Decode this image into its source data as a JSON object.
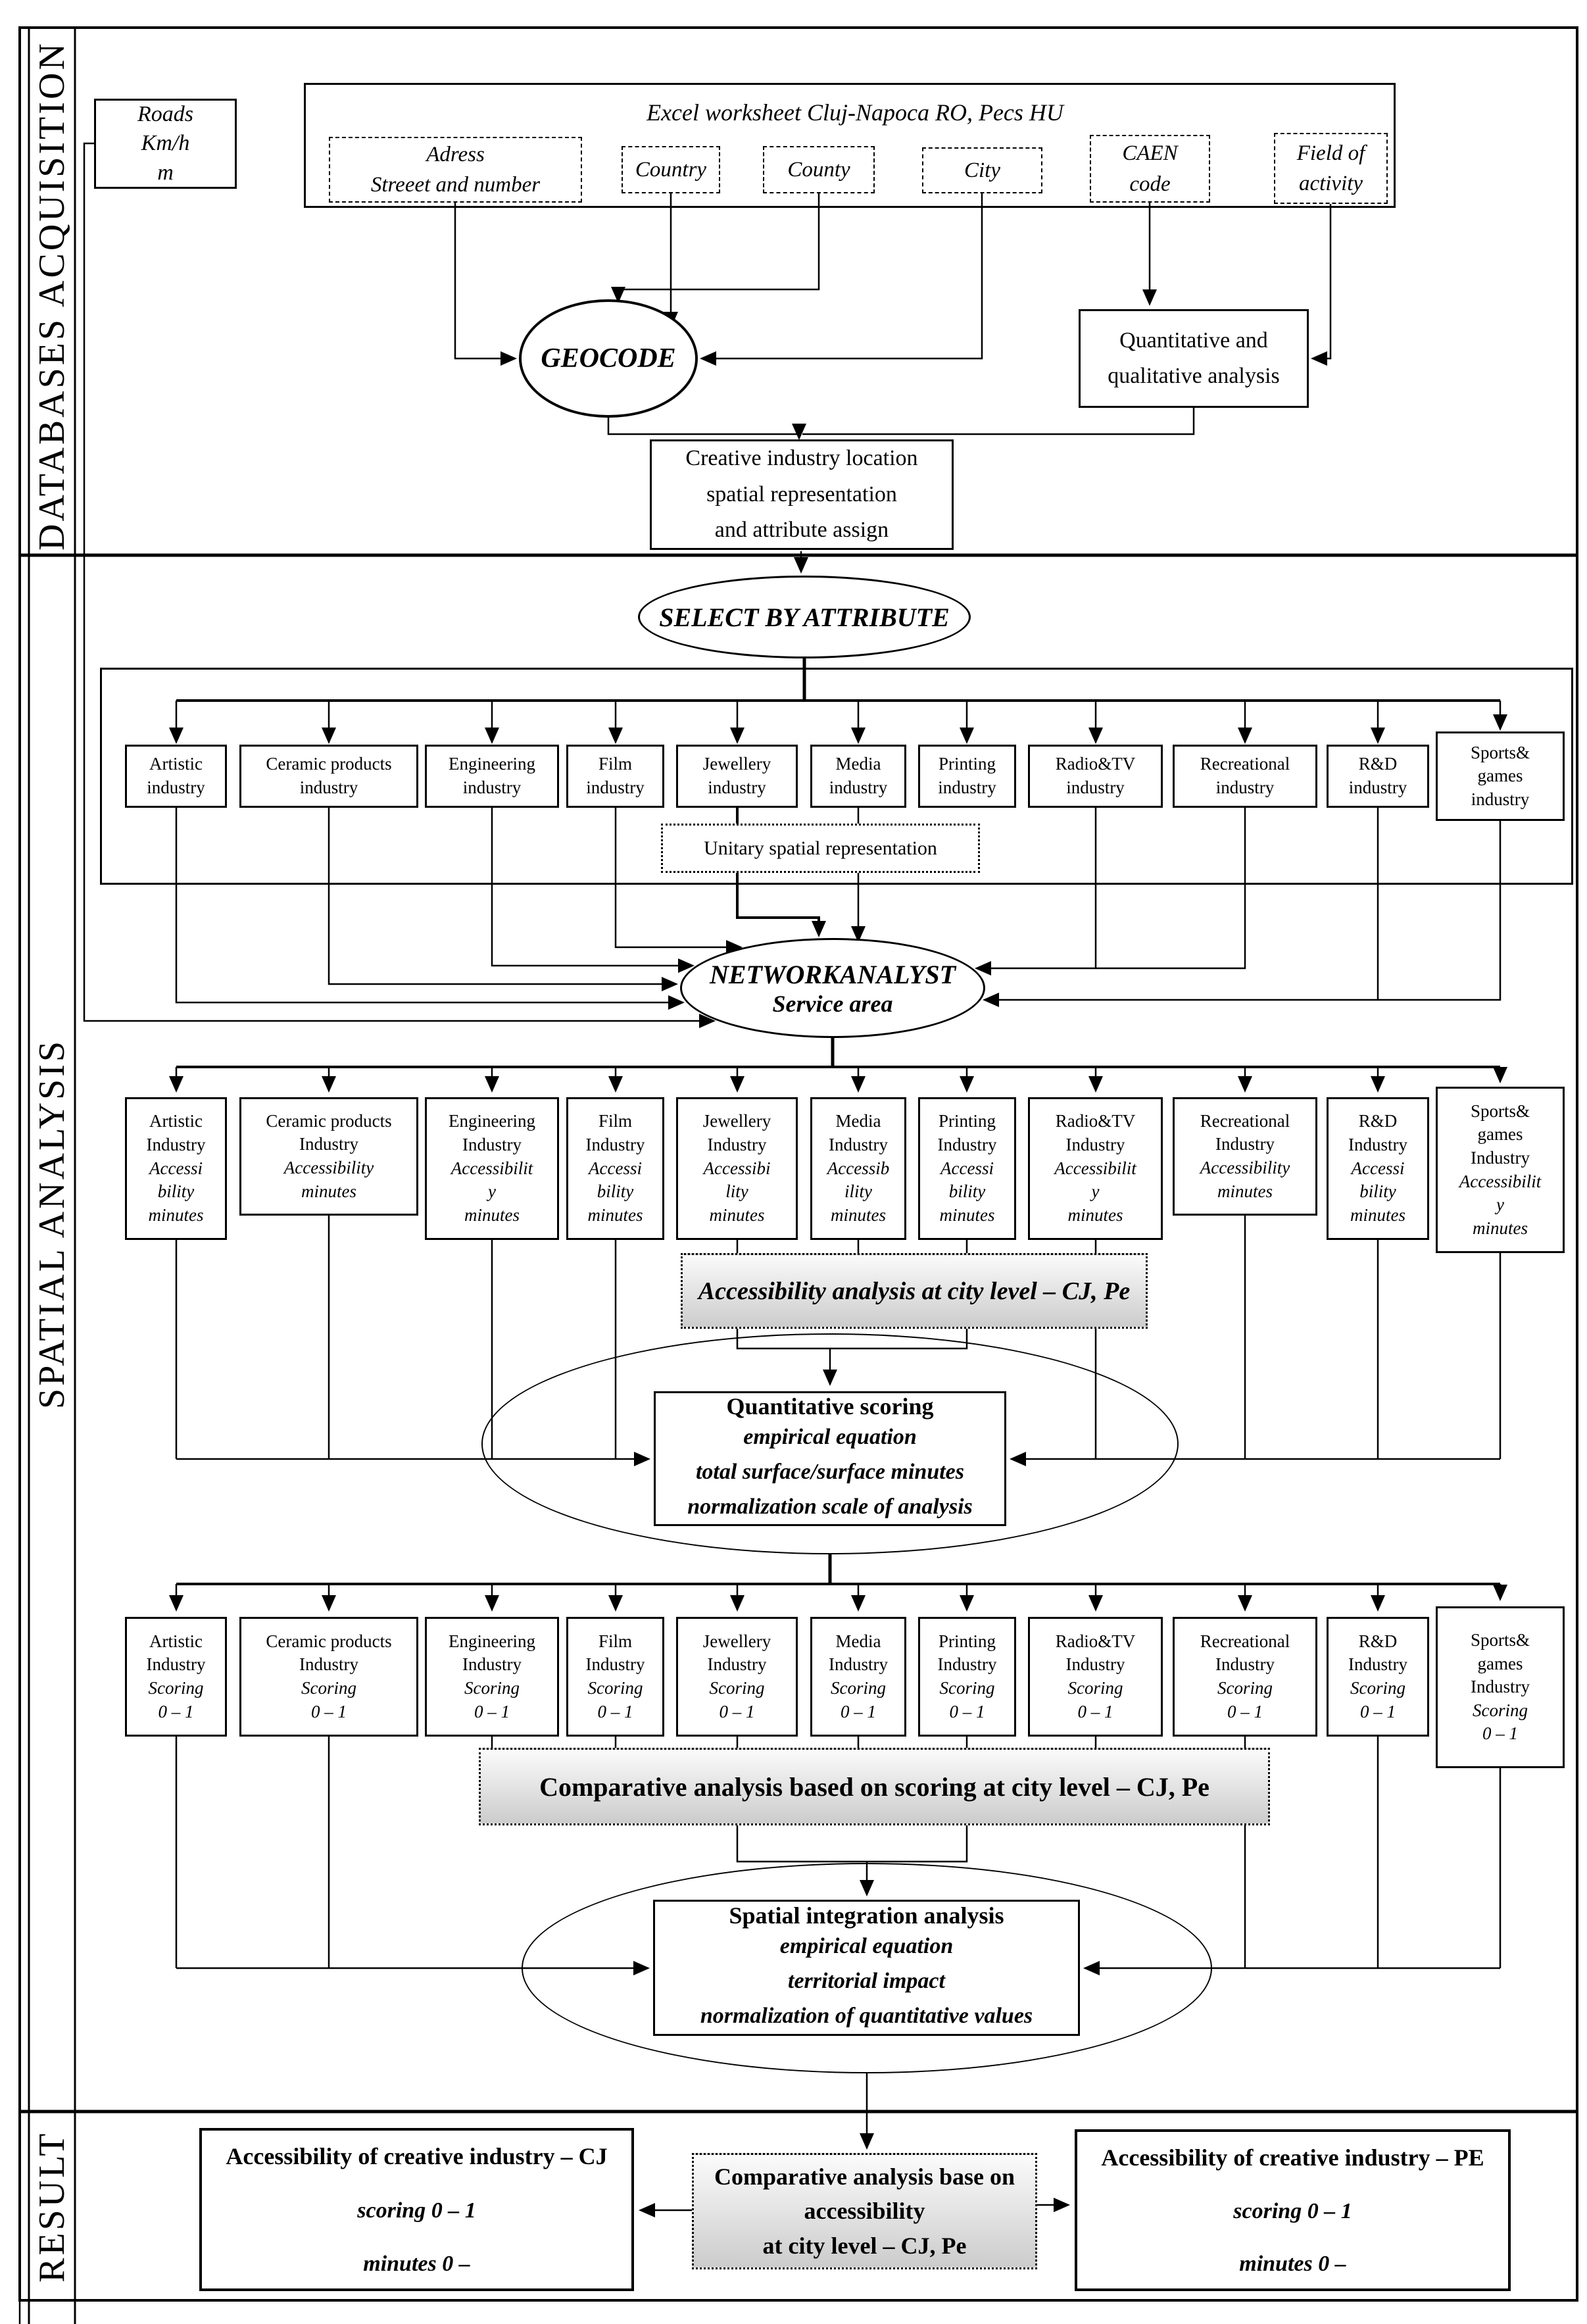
{
  "sections": {
    "acquisition_label": "DATABASES ACQUISITION",
    "spatial_label": "SPATIAL ANALYSIS",
    "result_label": "RESULT"
  },
  "acquisition": {
    "roads_box": "Roads\nKm/h\nm",
    "excel_header": "Excel worksheet   Cluj-Napoca RO,     Pecs HU",
    "fields": [
      {
        "label": "Adress\nStreeet and number"
      },
      {
        "label": "Country"
      },
      {
        "label": "County"
      },
      {
        "label": "City"
      },
      {
        "label": "CAEN\ncode"
      },
      {
        "label": "Field of\nactivity"
      }
    ],
    "geocode_ellipse": "GEOCODE",
    "quant_box": "Quantitative  and\nqualitative  analysis",
    "creative_box": "Creative industry  location\nspatial  representation\nand attribute  assign"
  },
  "select_ellipse": "SELECT BY ATTRIBUTE",
  "unitary_box": "Unitary  spatial  representation",
  "network_ellipse": {
    "title": "NETWORKANALYST",
    "subtitle": "Service area"
  },
  "row1": [
    {
      "name": "Artistic\nindustry"
    },
    {
      "name": "Ceramic  products\nindustry"
    },
    {
      "name": "Engineering\nindustry"
    },
    {
      "name": "Film\nindustry"
    },
    {
      "name": "Jewellery\nindustry"
    },
    {
      "name": "Media\nindustry"
    },
    {
      "name": "Printing\nindustry"
    },
    {
      "name": "Radio&TV\nindustry"
    },
    {
      "name": "Recreational\nindustry"
    },
    {
      "name": "R&D\nindustry"
    },
    {
      "name": "Sports&\ngames\nindustry"
    }
  ],
  "row2": [
    {
      "name": "Artistic\nIndustry",
      "sub": "Accessi\nbility\nminutes"
    },
    {
      "name": "Ceramic  products\nIndustry",
      "sub": "Accessibility\nminutes"
    },
    {
      "name": "Engineering\nIndustry",
      "sub": "Accessibilit\ny\nminutes"
    },
    {
      "name": "Film\nIndustry",
      "sub": "Accessi\nbility\nminutes"
    },
    {
      "name": "Jewellery\nIndustry",
      "sub": "Accessibi\nlity\nminutes"
    },
    {
      "name": "Media\nIndustry",
      "sub": "Accessib\nility\nminutes"
    },
    {
      "name": "Printing\nIndustry",
      "sub": "Accessi\nbility\nminutes"
    },
    {
      "name": "Radio&TV\nIndustry",
      "sub": "Accessibilit\ny\nminutes"
    },
    {
      "name": "Recreational\nIndustry",
      "sub": "Accessibility\nminutes"
    },
    {
      "name": "R&D\nIndustry",
      "sub": "Accessi\nbility\nminutes"
    },
    {
      "name": "Sports&\ngames\nIndustry",
      "sub": "Accessibilit\ny\nminutes"
    }
  ],
  "accessibility_banner": "Accessibility analysis at city level – CJ, Pe",
  "scoring_stage": {
    "title": "Quantitative  scoring",
    "lines": "empirical equation\ntotal surface/surface  minutes\nnormalization scale of analysis"
  },
  "row3": [
    {
      "name": "Artistic\nIndustry",
      "sub": "Scoring\n0 – 1"
    },
    {
      "name": "Ceramic  products\nIndustry",
      "sub": "Scoring\n0 – 1"
    },
    {
      "name": "Engineering\nIndustry",
      "sub": "Scoring\n0 – 1"
    },
    {
      "name": "Film\nIndustry",
      "sub": "Scoring\n0 – 1"
    },
    {
      "name": "Jewellery\nIndustry",
      "sub": "Scoring\n0 – 1"
    },
    {
      "name": "Media\nIndustry",
      "sub": "Scoring\n0 – 1"
    },
    {
      "name": "Printing\nIndustry",
      "sub": "Scoring\n0 – 1"
    },
    {
      "name": "Radio&TV\nIndustry",
      "sub": "Scoring\n0 – 1"
    },
    {
      "name": "Recreational\nIndustry",
      "sub": "Scoring\n0 – 1"
    },
    {
      "name": "R&D\nIndustry",
      "sub": "Scoring\n0 – 1"
    },
    {
      "name": "Sports&\ngames\nIndustry",
      "sub": "Scoring\n0 – 1"
    }
  ],
  "comparative_banner": "Comparative  analysis based on scoring at city level – CJ, Pe",
  "integration_stage": {
    "title": "Spatial integration  analysis",
    "lines": "empirical equation\nterritorial impact\nnormalization of quantitative values"
  },
  "result": {
    "left_box": {
      "title": "Accessibility of creative industry  – CJ",
      "scoring": "scoring 0 – 1",
      "minutes": "minutes 0 –"
    },
    "center_box": "Comparative  analysis base on\naccessibility\nat city level – CJ, Pe",
    "right_box": {
      "title": "Accessibility of creative industry  – PE",
      "scoring": "scoring 0 – 1",
      "minutes": "minutes 0 –"
    }
  }
}
